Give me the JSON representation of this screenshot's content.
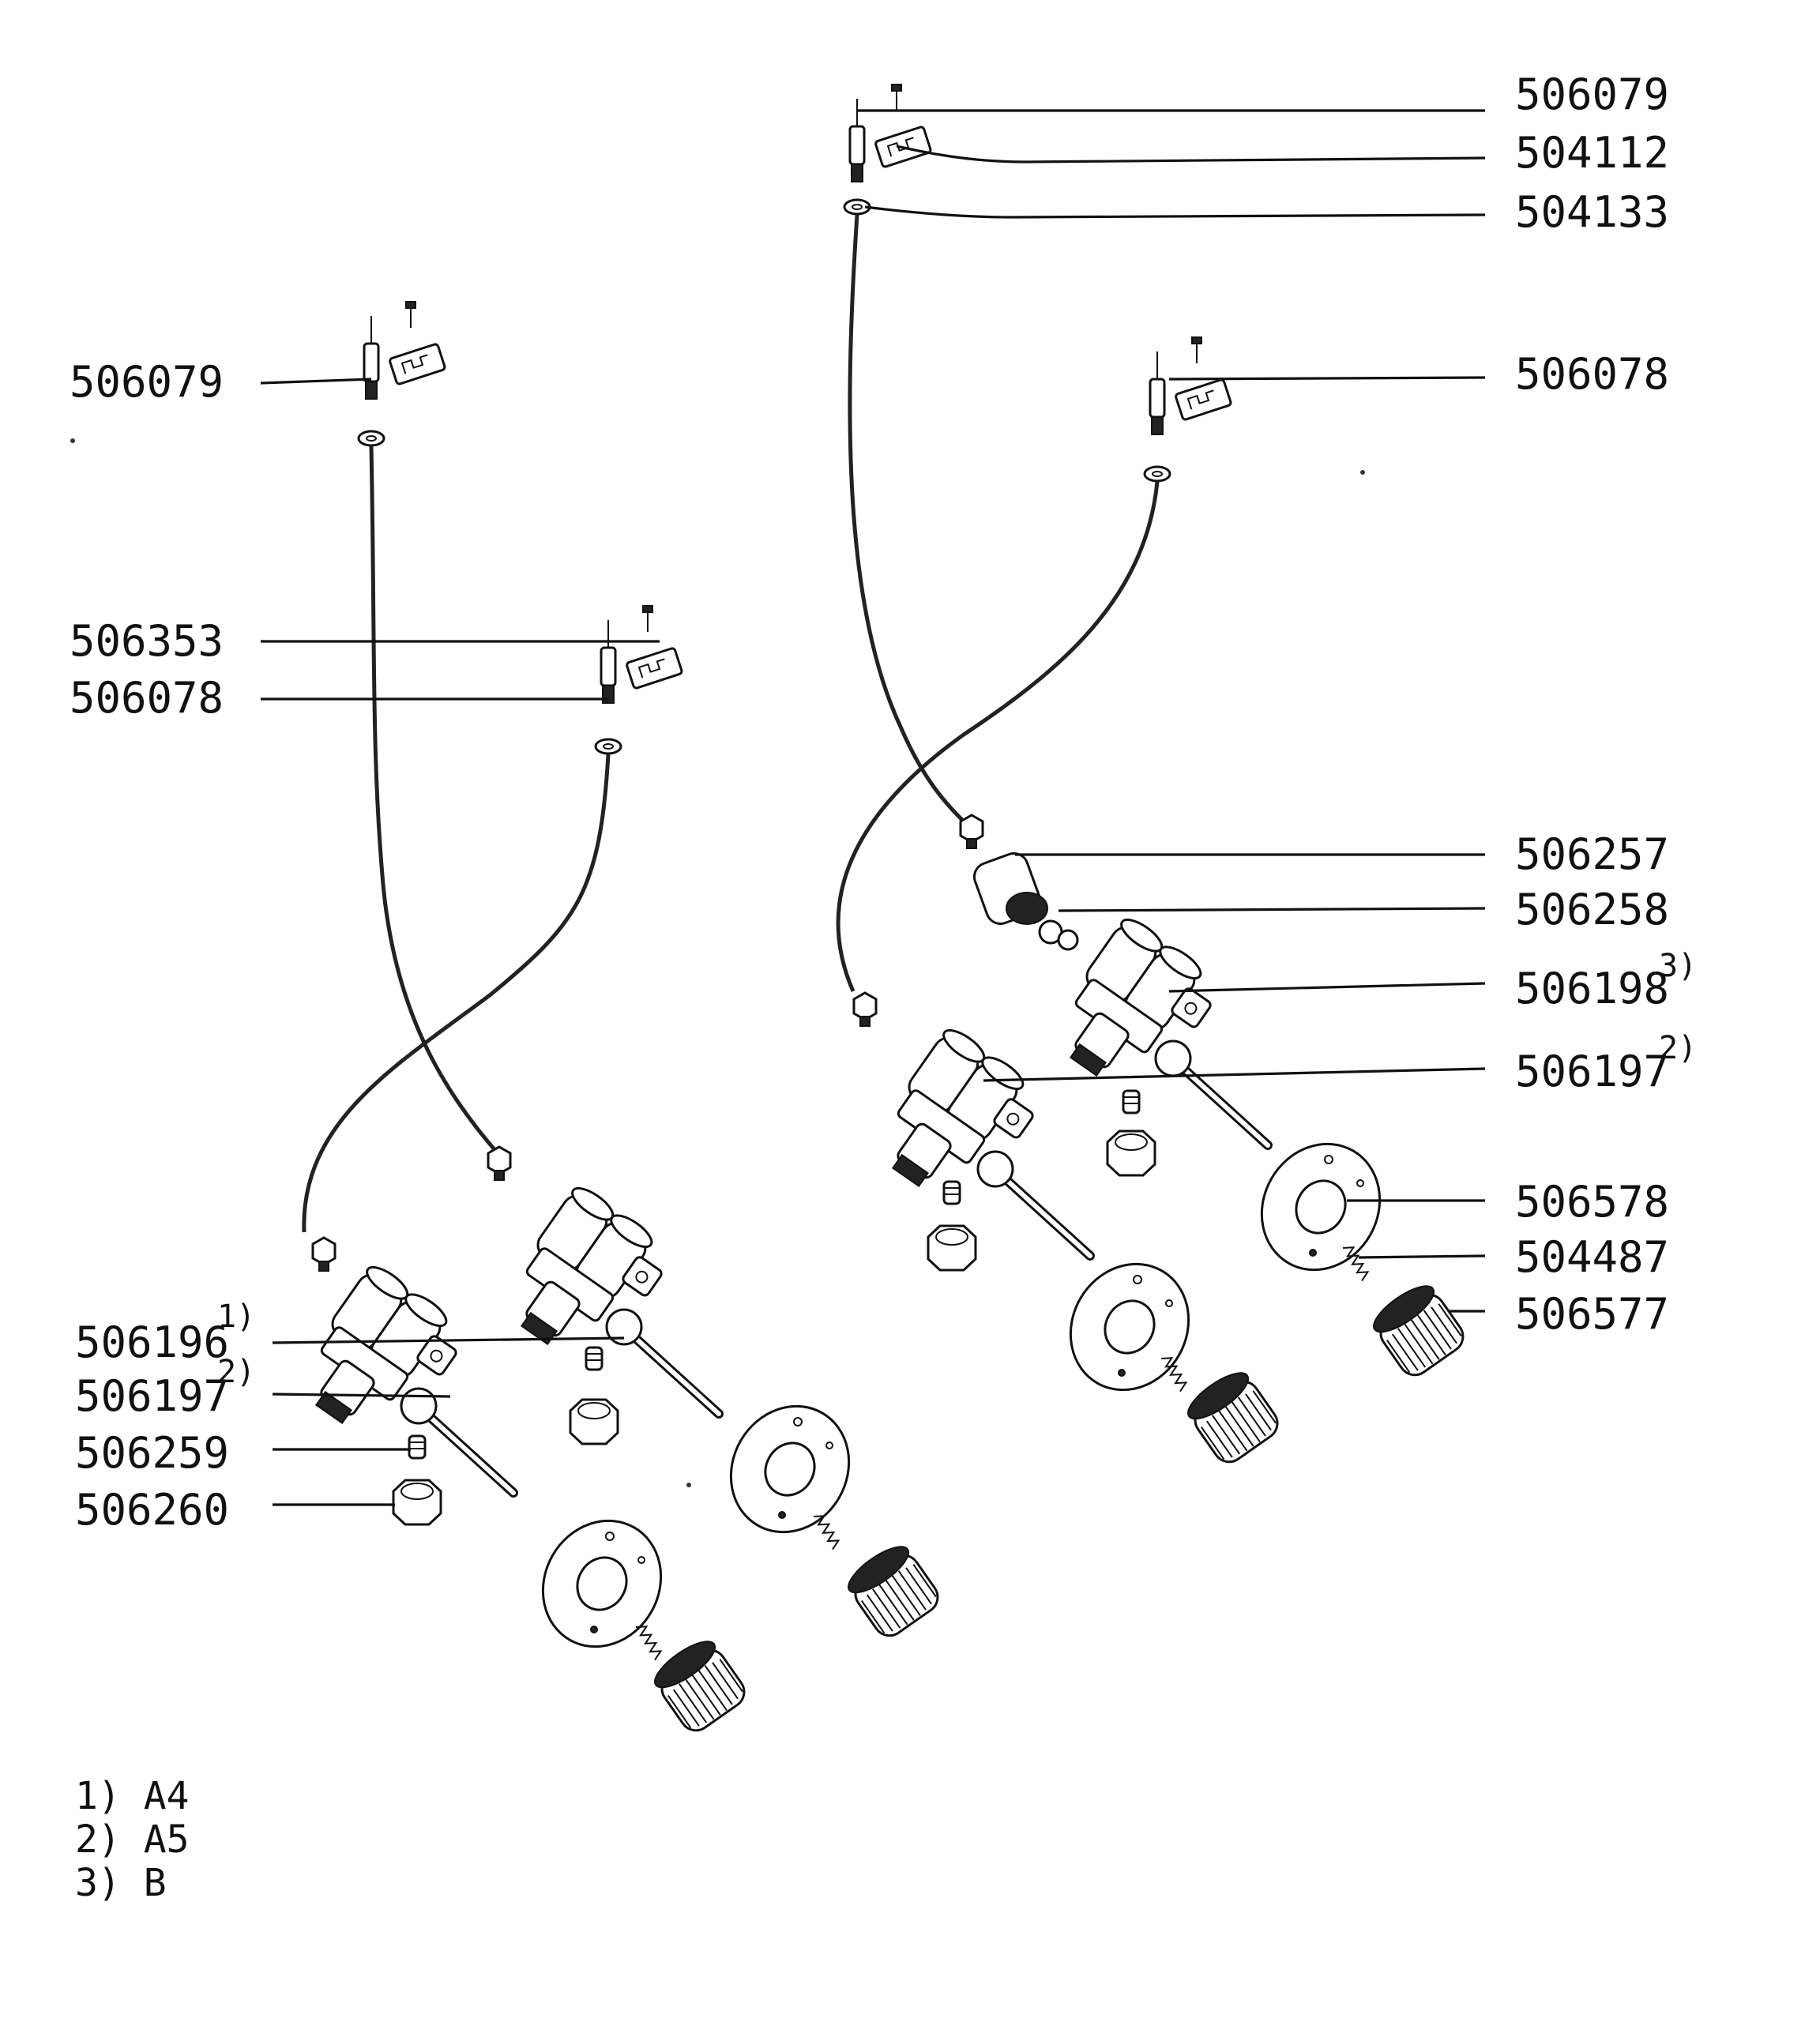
{
  "colors": {
    "ink": "#111111",
    "background": "#ffffff"
  },
  "callouts": {
    "left": [
      {
        "part": "506079",
        "sup": ""
      },
      {
        "part": "506353",
        "sup": ""
      },
      {
        "part": "506078",
        "sup": ""
      },
      {
        "part": "506196",
        "sup": "1)"
      },
      {
        "part": "506197",
        "sup": "2)"
      },
      {
        "part": "506259",
        "sup": ""
      },
      {
        "part": "506260",
        "sup": ""
      }
    ],
    "right": [
      {
        "part": "506079",
        "sup": ""
      },
      {
        "part": "504112",
        "sup": ""
      },
      {
        "part": "504133",
        "sup": ""
      },
      {
        "part": "506078",
        "sup": ""
      },
      {
        "part": "506257",
        "sup": ""
      },
      {
        "part": "506258",
        "sup": ""
      },
      {
        "part": "506198",
        "sup": "3)"
      },
      {
        "part": "506197",
        "sup": "2)"
      },
      {
        "part": "506578",
        "sup": ""
      },
      {
        "part": "504487",
        "sup": ""
      },
      {
        "part": "506577",
        "sup": ""
      }
    ]
  },
  "notes": [
    "1) A4",
    "2) A5",
    "3) B"
  ]
}
